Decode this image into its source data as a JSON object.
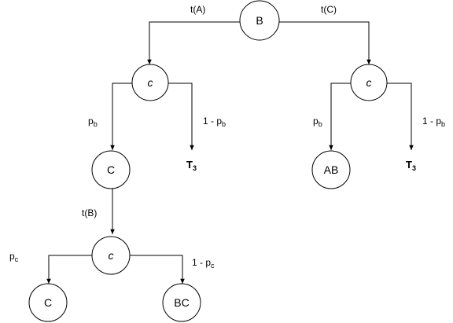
{
  "nodes": {
    "root": "B",
    "chance_left": "c",
    "chance_right": "c",
    "node_c_mid": "C",
    "node_ab": "AB",
    "chance_bottom": "c",
    "node_c_bottom": "C",
    "node_bc": "BC"
  },
  "edge_labels": {
    "t_a": "t(A)",
    "t_c": "t(C)",
    "t_b": "t(B)",
    "p_left": {
      "base": "p",
      "sub": "b"
    },
    "one_minus_left": {
      "base": "1 - p",
      "sub": "b"
    },
    "p_right": {
      "base": "p",
      "sub": "b"
    },
    "one_minus_right": {
      "base": "1 - p",
      "sub": "b"
    },
    "p_bottom": {
      "base": "p",
      "sub": "c"
    },
    "one_minus_bottom": {
      "base": "1 - p",
      "sub": "c"
    }
  },
  "terminals": {
    "left": {
      "base": "T",
      "sub": "3"
    },
    "right": {
      "base": "T",
      "sub": "3"
    }
  }
}
